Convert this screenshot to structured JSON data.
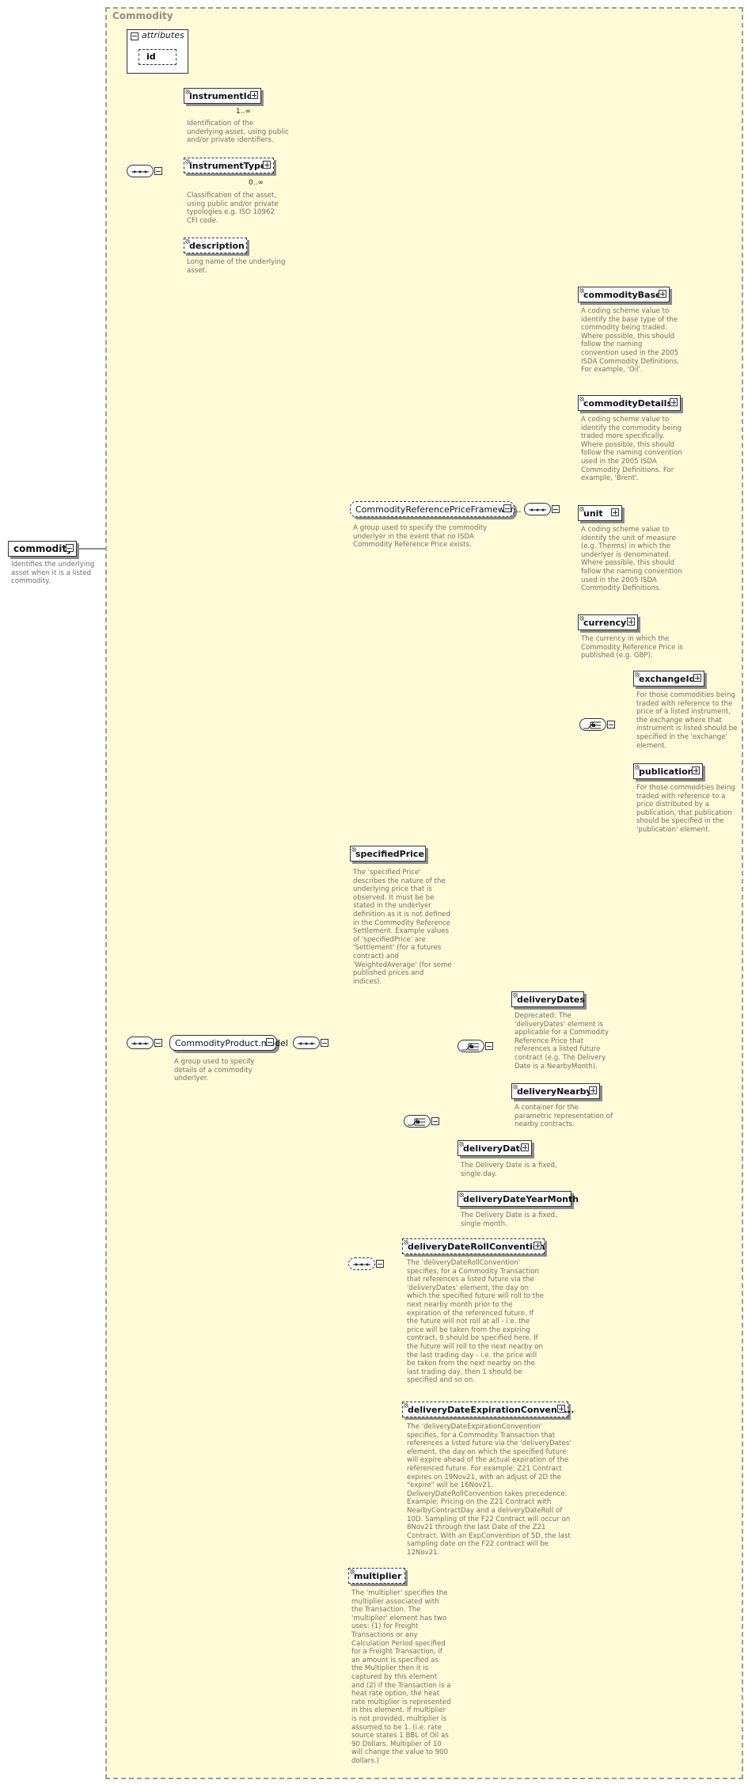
{
  "frame_title": "Commodity",
  "attributes": {
    "header": "attributes",
    "items": [
      "id"
    ]
  },
  "root": {
    "name": "commodity",
    "doc": "Identifies the underlying asset when it is a listed commodity."
  },
  "top_sequence": [
    {
      "name": "instrumentId",
      "cardinality": "1..∞",
      "optional": false,
      "expandable": true,
      "doc": "Identification of the underlying asset, using public and/or private identifiers."
    },
    {
      "name": "instrumentType",
      "cardinality": "0..∞",
      "optional": true,
      "expandable": true,
      "doc": "Classification of the asset, using public and/or private typologies e.g. ISO 10962 CFI code."
    },
    {
      "name": "description",
      "cardinality": "",
      "optional": true,
      "expandable": false,
      "doc": "Long name of the underlying asset."
    }
  ],
  "crp_group": {
    "name": "CommodityReferencePriceFramewor...",
    "doc": "A group used to specify the commodity underlyer in the event that no ISDA Commodity Reference Price exists.",
    "items": [
      {
        "name": "commodityBase",
        "doc": "A coding scheme value to identify the base type of the commodity being traded. Where possible, this should follow the naming convention used in the 2005 ISDA Commodity Definitions. For example, 'Oil'."
      },
      {
        "name": "commodityDetails",
        "doc": "A coding scheme value to identify the commodity being traded more specifically. Where possible, this should follow the naming convention used in the 2005 ISDA Commodity Definitions. For example, 'Brent'."
      },
      {
        "name": "unit",
        "doc": "A coding scheme value to identify the unit of measure (e.g. Therms) in which the underlyer is denominated. Where possible, this should follow the naming convention used in the 2005 ISDA Commodity Definitions."
      },
      {
        "name": "currency",
        "doc": "The currency in which the Commodity Reference Price is published (e.g. GBP)."
      }
    ],
    "choice": [
      {
        "name": "exchangeId",
        "doc": "For those commodities being traded with reference to the price of a listed instrument, the exchange where that instrument is listed should be specified in the 'exchange' element."
      },
      {
        "name": "publication",
        "doc": "For those commodities being traded with reference to a price distributed by a publication, that publication should be specified in the 'publication' element."
      }
    ]
  },
  "cp_group": {
    "name": "CommodityProduct.model",
    "doc": "A group used to specify details of a commodity underlyer."
  },
  "specifiedPrice": {
    "name": "specifiedPrice",
    "doc": "The 'specified Price' describes the nature of the underlying price that is observed. It must be be stated in the underlyer definition as it is not defined in the Commodity Reference Settlement. Example values of 'specifiedPrice' are 'Settlement' (for a futures contract) and 'WeightedAverage' (for some published prices and indices)."
  },
  "delivery": {
    "deliveryDates": {
      "name": "deliveryDates",
      "doc": "Deprecated: The 'deliveryDates' element is applicable for a Commodity Reference Price that references a listed future contract (e.g. The Delivery Date is a NearbyMonth)."
    },
    "deliveryNearby": {
      "name": "deliveryNearby",
      "doc": "A container for the parametric representation of nearby contracts."
    },
    "deliveryDate": {
      "name": "deliveryDate",
      "doc": "The Delivery Date is a fixed, single day."
    },
    "deliveryDateYearMonth": {
      "name": "deliveryDateYearMonth",
      "doc": "The Delivery Date is a fixed, single month."
    },
    "rollConvention": {
      "name": "deliveryDateRollConvention",
      "doc": "The 'deliveryDateRollConvention' specifies, for a Commodity Transaction that references a listed future via the 'deliveryDates' element, the day on which the specified future will roll to the next nearby month prior to the expiration of the referenced future. If the future will not roll at all - i.e. the price will be taken from the expiring contract, 0 should be specified here. If the future will roll to the next nearby on the last trading day - i.e. the price will be taken from the next nearby on the last trading day, then 1 should be specified and so on."
    },
    "expirationConvention": {
      "name": "deliveryDateExpirationConventi...",
      "doc": "The 'deliveryDateExpirationConvention' specifies, for a Commodity Transaction that references a listed future via the 'deliveryDates' element, the day on which the specified future will expire ahead of the actual expiration of the referenced future. For example: Z21 Contract expires on 19Nov21, with an adjust of 2D the \"expire\" will be 16Nov21. DeliveryDateRollConvention takes precedence. Example: Pricing on the Z21 Contract with NearbyContractDay and a deliveryDateRoll of 10D. Sampling of the F22 Contract will occur on 8Nov21 through the last Date of the Z21 Contract. With an ExpConvention of 5D, the last sampling date on the F22 contract will be 12Nov21."
    }
  },
  "multiplier": {
    "name": "multiplier",
    "doc": "The 'multiplier' specifies the multiplier associated with the Transaction. The 'multiplier' element has two uses: (1) for Freight Transactions or any Calculation Period specified for a Freight Transaction, if an amount is specified as the Multiplier then it is captured by this element and (2) if the Transaction is a heat rate option, the heat rate multiplier is represented in this element. If multiplier is not provided, multiplier is assumed to be 1. (i.e. rate source states 1 BBL of Oil as 90 Dollars. Multiplier of 10 will change the value to 900 dollars.)"
  }
}
